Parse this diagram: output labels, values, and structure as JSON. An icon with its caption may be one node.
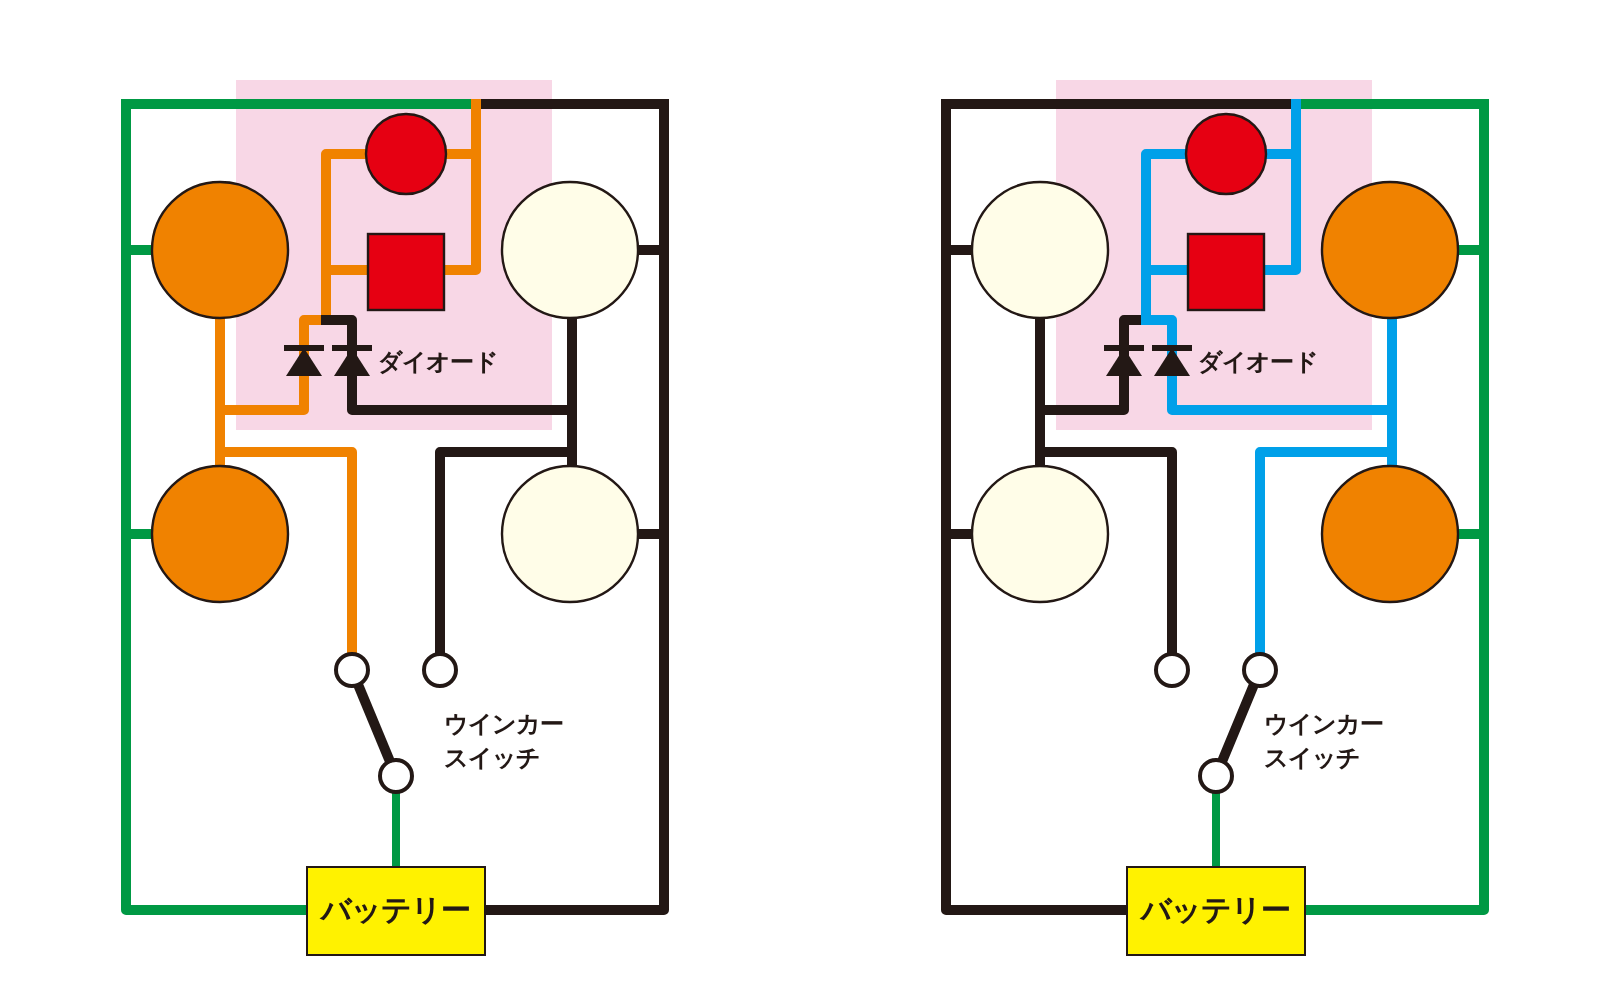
{
  "diagram": {
    "nodes": [
      {
        "text": [
          "バッテリー"
        ]
      },
      {
        "text": [
          "バッテリー"
        ]
      }
    ],
    "labels": [
      "ダイオード",
      "ウインカースイッチ",
      "ダイオード",
      "ウインカースイッチ"
    ]
  }
}
